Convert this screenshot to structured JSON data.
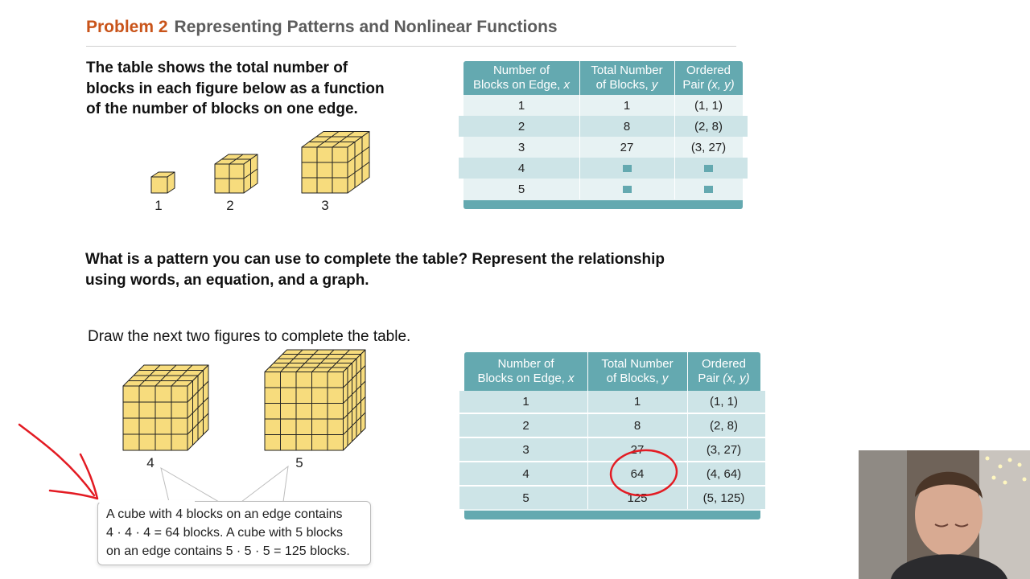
{
  "header": {
    "problem_number": "Problem 2",
    "problem_title": "Representing Patterns and Nonlinear Functions"
  },
  "intro": {
    "line1": "The table shows the total number of",
    "line2": "blocks in each figure below as a function",
    "line3": "of the number of blocks on one edge."
  },
  "figures_top": [
    "1",
    "2",
    "3"
  ],
  "table_top": {
    "headers": [
      {
        "line1": "Number of",
        "line2": "Blocks on Edge, ",
        "var": "x"
      },
      {
        "line1": "Total Number",
        "line2": "of Blocks, ",
        "var": "y"
      },
      {
        "line1": "Ordered",
        "line2": "Pair ",
        "var": "(x, y)"
      }
    ],
    "rows": [
      {
        "x": "1",
        "y": "1",
        "pair": "(1, 1)"
      },
      {
        "x": "2",
        "y": "8",
        "pair": "(2, 8)"
      },
      {
        "x": "3",
        "y": "27",
        "pair": "(3, 27)"
      },
      {
        "x": "4",
        "y": "",
        "pair": ""
      },
      {
        "x": "5",
        "y": "",
        "pair": ""
      }
    ]
  },
  "question": {
    "line1": "What is a pattern you can use to complete the table? Represent the relationship",
    "line2": "using words, an equation, and a graph."
  },
  "instruction": "Draw the next two figures to complete the table.",
  "figures_bottom": [
    "4",
    "5"
  ],
  "callout": {
    "line1": "A cube with 4 blocks on an edge contains",
    "line2": "4 · 4 · 4 = 64 blocks. A cube with 5 blocks",
    "line3": "on an edge contains 5 · 5 · 5 = 125 blocks."
  },
  "table_bottom": {
    "headers": [
      {
        "line1": "Number of",
        "line2": "Blocks on Edge, ",
        "var": "x"
      },
      {
        "line1": "Total Number",
        "line2": "of Blocks, ",
        "var": "y"
      },
      {
        "line1": "Ordered",
        "line2": "Pair ",
        "var": "(x, y)"
      }
    ],
    "rows": [
      {
        "x": "1",
        "y": "1",
        "pair": "(1, 1)"
      },
      {
        "x": "2",
        "y": "8",
        "pair": "(2, 8)"
      },
      {
        "x": "3",
        "y": "27",
        "pair": "(3, 27)"
      },
      {
        "x": "4",
        "y": "64",
        "pair": "(4, 64)"
      },
      {
        "x": "5",
        "y": "125",
        "pair": "(5, 125)"
      }
    ]
  },
  "annotations": {
    "ink_color": "#e31b23",
    "circled_value": "64"
  },
  "colors": {
    "problem_number": "#c9541a",
    "table_header": "#64a9b0",
    "cube_fill": "#f7dc7d"
  }
}
